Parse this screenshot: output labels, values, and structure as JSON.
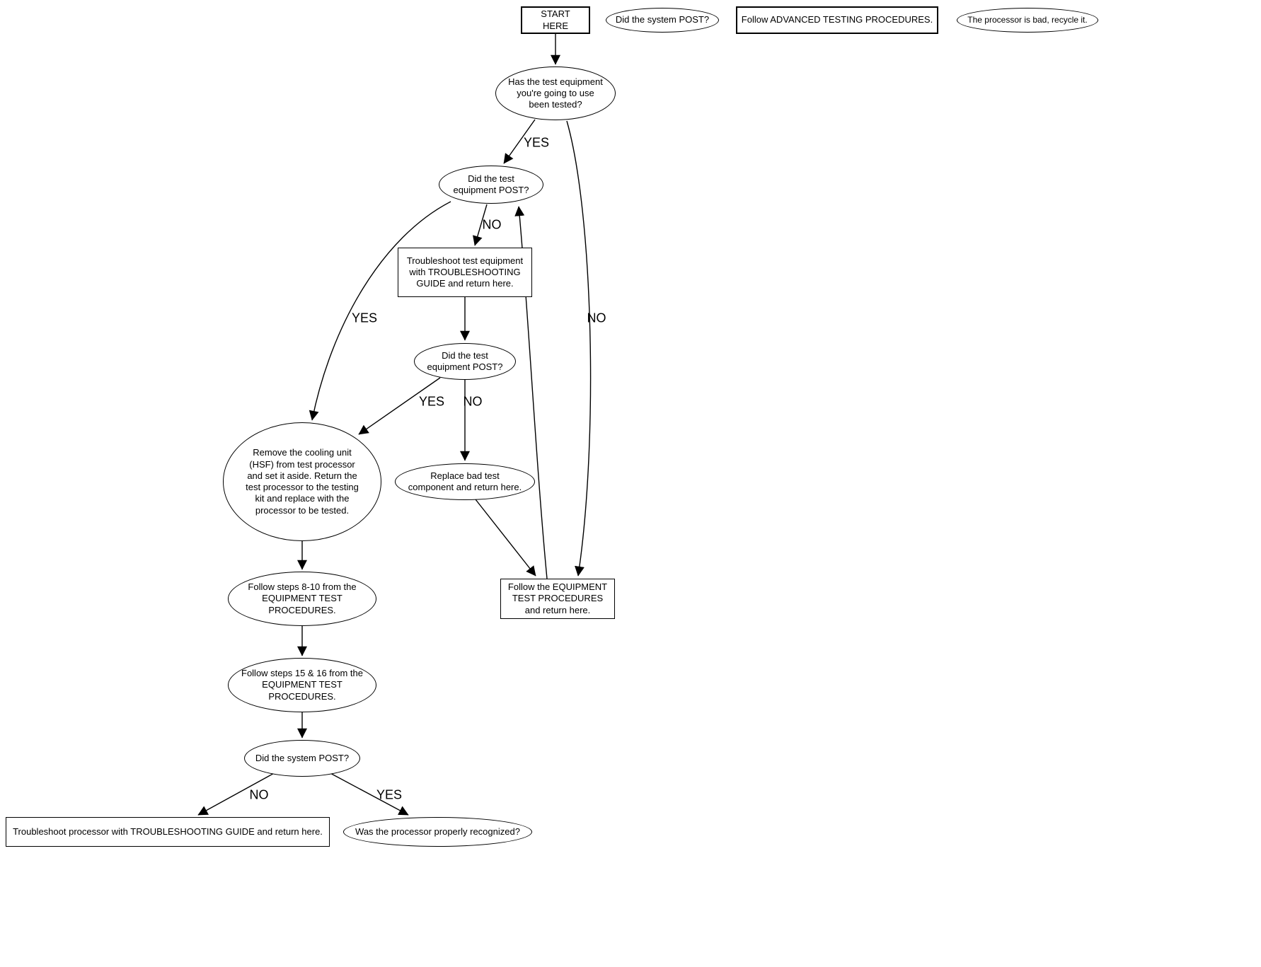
{
  "flowchart": {
    "nodes": {
      "start": "START HERE",
      "did_system_post_legend": "Did the system POST?",
      "advanced_testing": "Follow ADVANCED TESTING PROCEDURES.",
      "processor_bad": "The processor is bad, recycle it.",
      "has_test_equipment": "Has the test equipment you're going to use been tested?",
      "did_test_equipment_post_1": "Did the test equipment POST?",
      "troubleshoot_test_equipment": "Troubleshoot test equipment with TROUBLESHOOTING GUIDE and return here.",
      "did_test_equipment_post_2": "Did the test equipment POST?",
      "remove_cooling_unit": "Remove the cooling unit (HSF) from test processor and set it aside. Return the test processor to the testing kit and replace with the processor to be tested.",
      "replace_bad_component": "Replace bad test component and return here.",
      "follow_equipment_test": "Follow the EQUIPMENT TEST PROCEDURES and return here.",
      "follow_steps_8_10": "Follow steps 8-10 from the EQUIPMENT TEST PROCEDURES.",
      "follow_steps_15_16": "Follow steps 15 & 16 from the EQUIPMENT TEST PROCEDURES.",
      "did_system_post_main": "Did the system POST?",
      "troubleshoot_processor": "Troubleshoot processor with TROUBLESHOOTING GUIDE and return here.",
      "was_processor_recognized": "Was the processor properly recognized?"
    },
    "edge_labels": {
      "has_tested_yes": "YES",
      "has_tested_no": "NO",
      "equip_post1_no": "NO",
      "equip_post1_yes": "YES",
      "equip_post2_yes": "YES",
      "equip_post2_no": "NO",
      "system_post_no": "NO",
      "system_post_yes": "YES"
    },
    "colors": {
      "line": "#000000",
      "background": "#ffffff"
    }
  }
}
